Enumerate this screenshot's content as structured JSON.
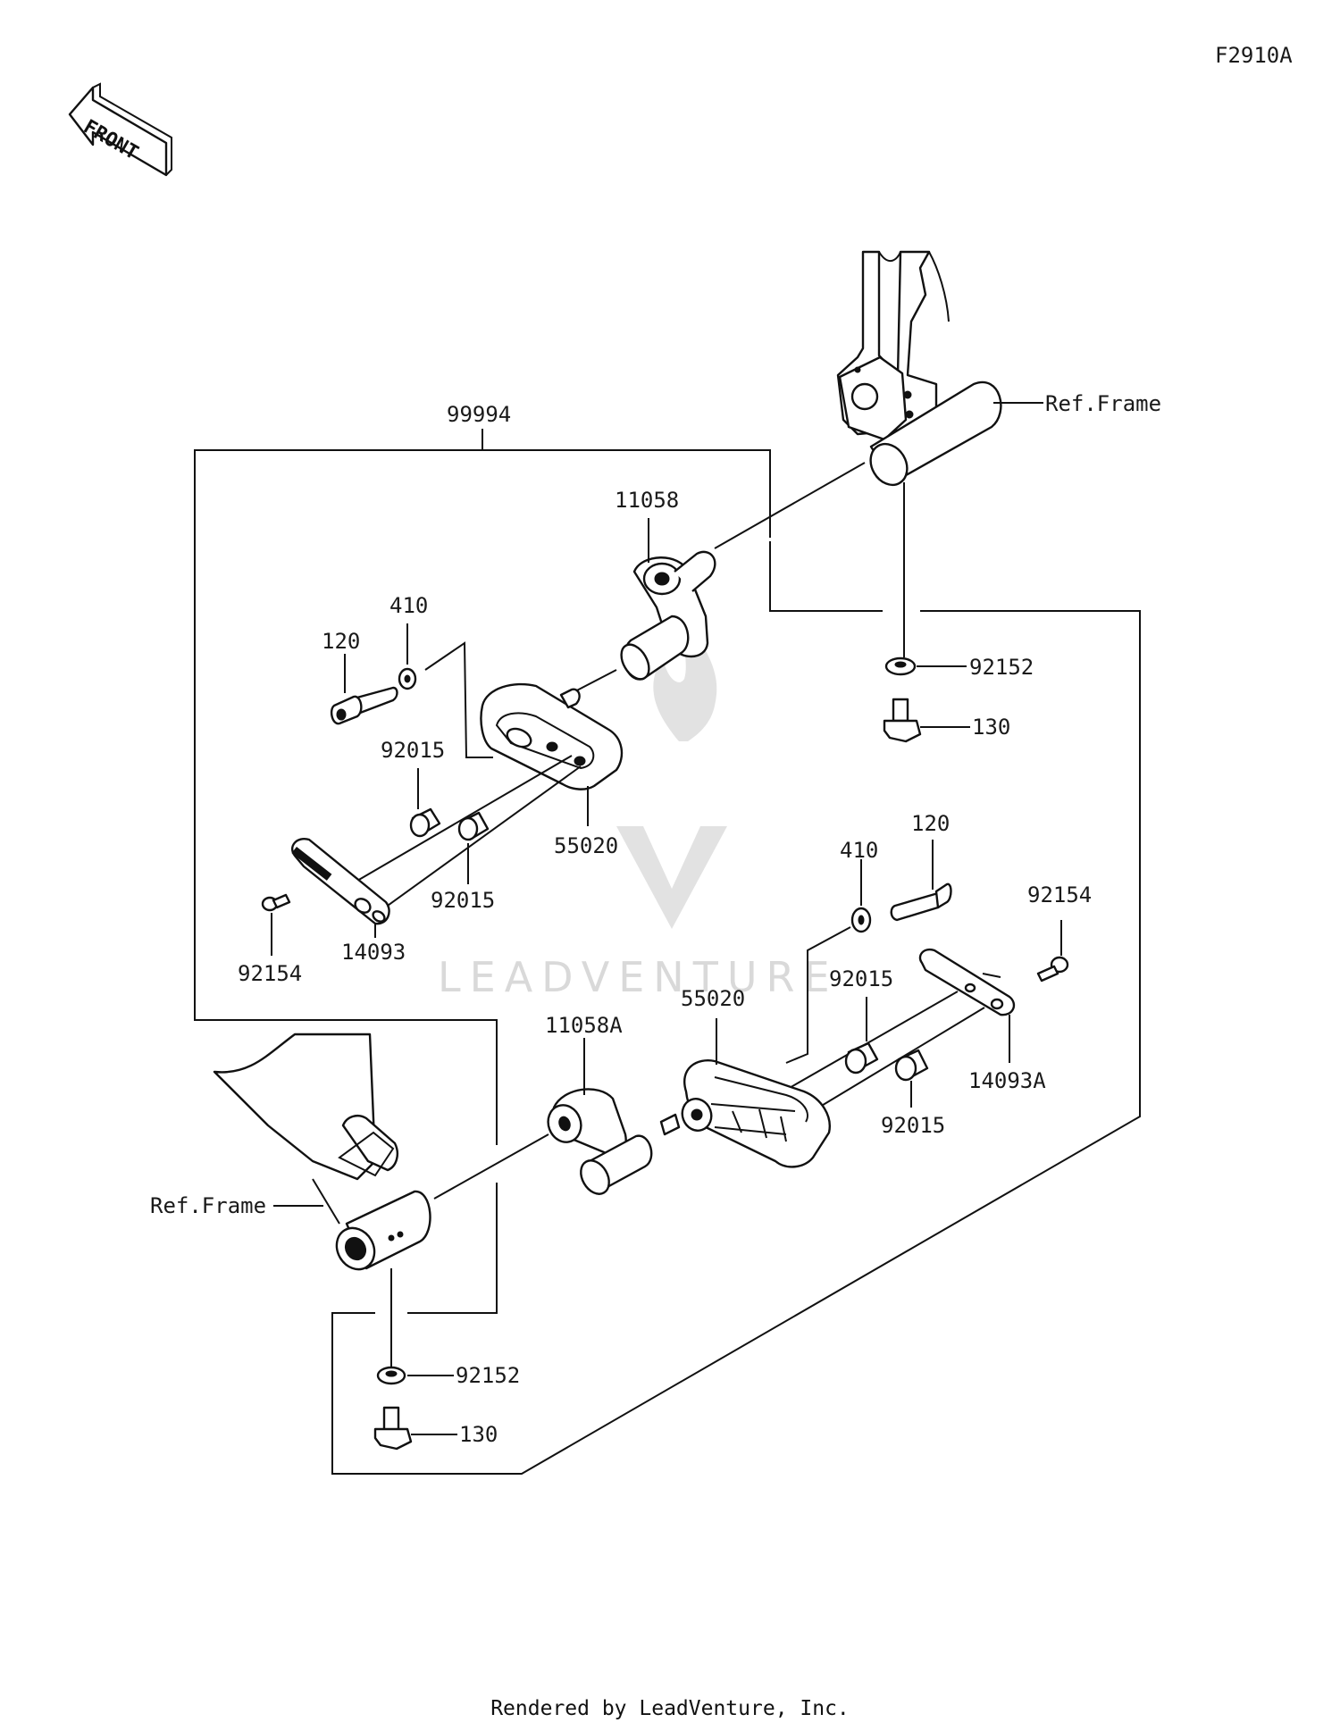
{
  "figure_code": "F2910A",
  "front_arrow_label": "FRONT",
  "watermark": "LEADVENTURE",
  "footer": "Rendered by LeadVenture, Inc.",
  "callouts": {
    "kit": "99994",
    "ref_frame_right": "Ref.Frame",
    "ref_frame_left": "Ref.Frame",
    "upper": {
      "bracket": "11058",
      "washer": "410",
      "bolt": "120",
      "collar_a": "92015",
      "collar_b": "92015",
      "slider": "55020",
      "plate": "14093",
      "screw": "92154",
      "frame_washer": "92152",
      "frame_bolt": "130"
    },
    "lower": {
      "bracket": "11058A",
      "washer": "410",
      "bolt": "120",
      "collar_a": "92015",
      "collar_b": "92015",
      "slider": "55020",
      "plate": "14093A",
      "screw": "92154",
      "frame_washer": "92152",
      "frame_bolt": "130"
    }
  }
}
